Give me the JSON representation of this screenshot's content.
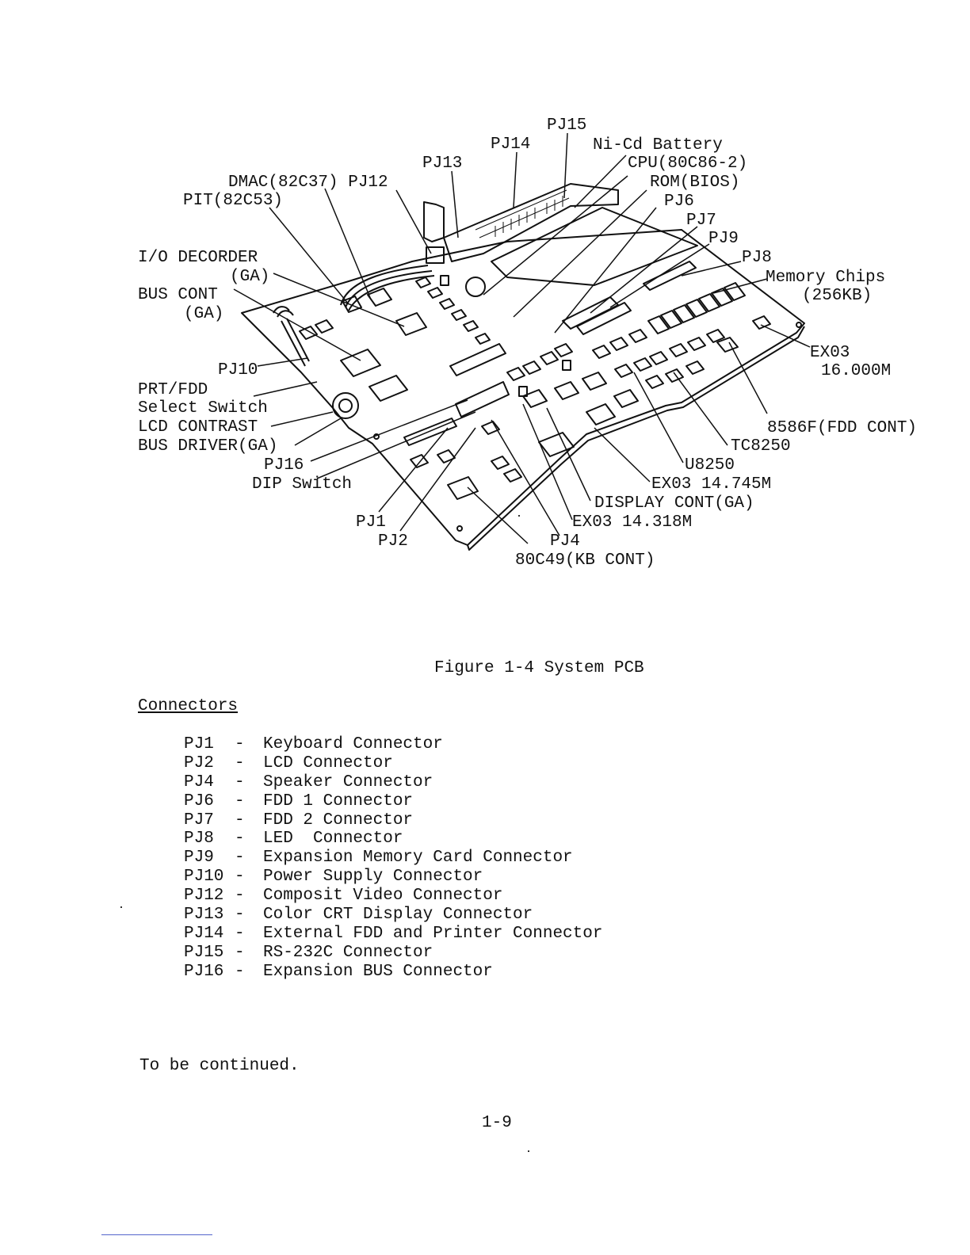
{
  "figure": {
    "labels": {
      "pj15": "PJ15",
      "pj14": "PJ14",
      "nicd": "Ni-Cd Battery",
      "pj13": "PJ13",
      "cpu": "CPU(80C86-2)",
      "dmac": "DMAC(82C37) PJ12",
      "rom": "ROM(BIOS)",
      "pit": "PIT(82C53)",
      "pj6": "PJ6",
      "pj7": "PJ7",
      "pj9": "PJ9",
      "io_decorder": "I/O DECORDER",
      "pj8": "PJ8",
      "io_ga": "(GA)",
      "memory_chips": "Memory Chips",
      "bus_cont": "BUS CONT",
      "memory_size": "(256KB)",
      "bus_ga": "(GA)",
      "ex03_16": "EX03",
      "ex03_16_freq": "16.000M",
      "pj10": "PJ10",
      "prt_fdd": "PRT/FDD",
      "select_switch": "Select Switch",
      "lcd_contrast": "LCD CONTRAST",
      "fdd_cont": "8586F(FDD CONT)",
      "bus_driver": "BUS DRIVER(GA)",
      "tc8250": "TC8250",
      "pj16": "PJ16",
      "u8250": "U8250",
      "dip_switch": "DIP Switch",
      "ex03_14745": "EX03 14.745M",
      "display_cont": "DISPLAY CONT(GA)",
      "pj1": "PJ1",
      "ex03_14318": "EX03 14.318M",
      "pj2": "PJ2",
      "pj4": "PJ4",
      "kb_cont": "80C49(KB CONT)"
    }
  },
  "caption": "Figure 1-4 System PCB",
  "connectors": {
    "heading": "Connectors",
    "items": [
      {
        "id": "PJ1",
        "desc": "Keyboard Connector"
      },
      {
        "id": "PJ2",
        "desc": "LCD Connector"
      },
      {
        "id": "PJ4",
        "desc": "Speaker Connector"
      },
      {
        "id": "PJ6",
        "desc": "FDD 1 Connector"
      },
      {
        "id": "PJ7",
        "desc": "FDD 2 Connector"
      },
      {
        "id": "PJ8",
        "desc": "LED  Connector"
      },
      {
        "id": "PJ9",
        "desc": "Expansion Memory Card Connector"
      },
      {
        "id": "PJ10",
        "desc": "Power Supply Connector"
      },
      {
        "id": "PJ12",
        "desc": "Composit Video Connector"
      },
      {
        "id": "PJ13",
        "desc": "Color CRT Display Connector"
      },
      {
        "id": "PJ14",
        "desc": "External FDD and Printer Connector"
      },
      {
        "id": "PJ15",
        "desc": "RS-232C Connector"
      },
      {
        "id": "PJ16",
        "desc": "Expansion BUS Connector"
      }
    ]
  },
  "footer": {
    "continued": "To be continued.",
    "page_number": "1-9"
  }
}
